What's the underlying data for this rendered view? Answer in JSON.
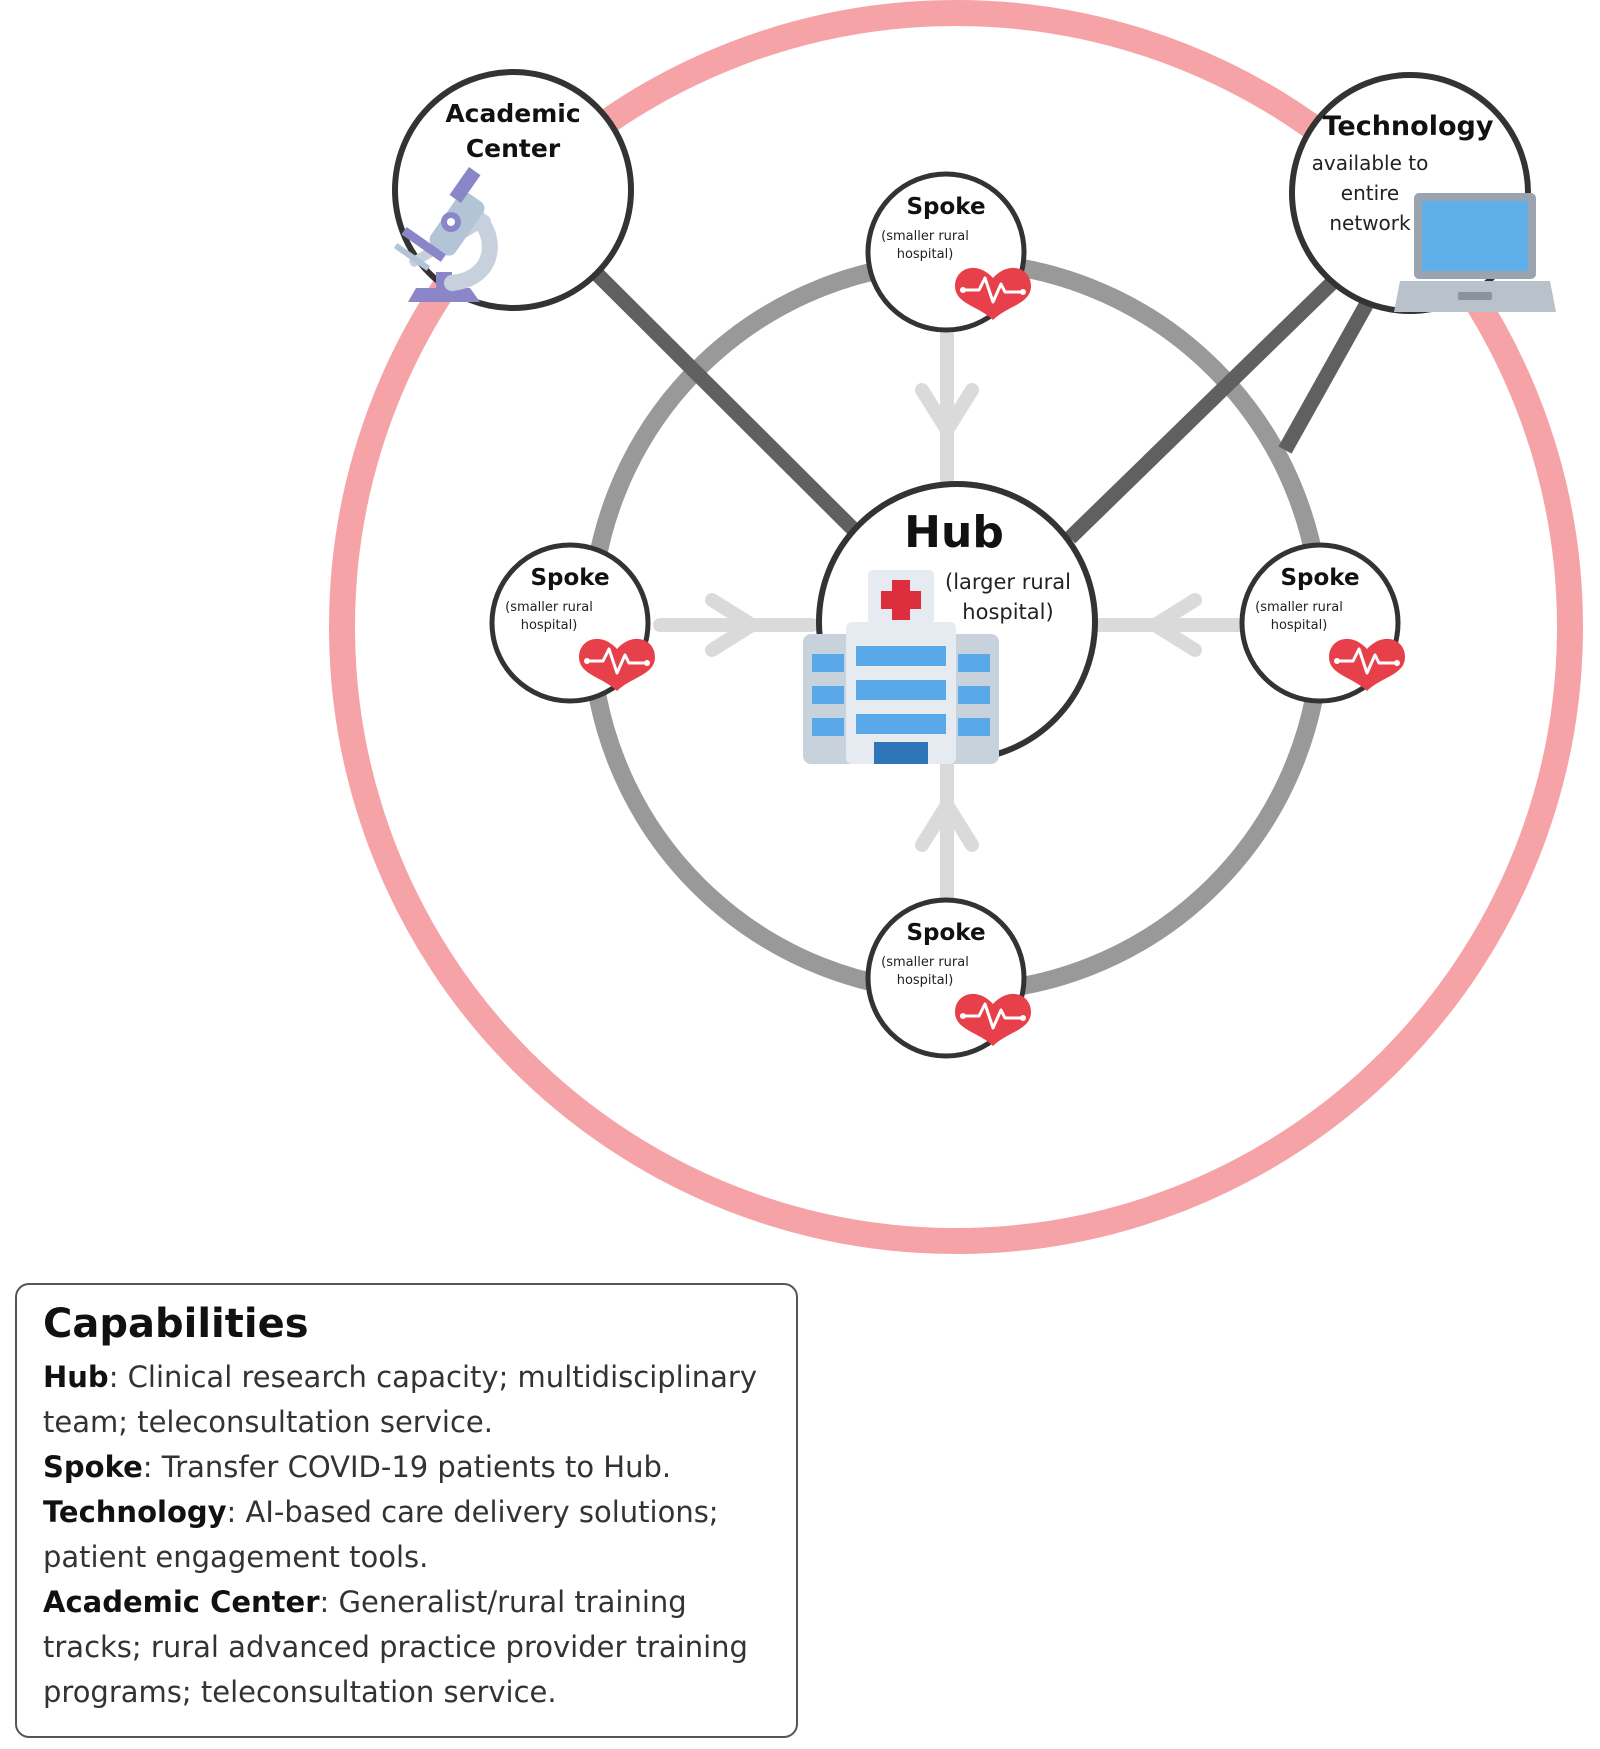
{
  "academic": {
    "title_line1": "Academic",
    "title_line2": "Center"
  },
  "technology": {
    "title": "Technology",
    "sub_line1": "available to",
    "sub_line2": "entire",
    "sub_line3": "network"
  },
  "hub": {
    "title": "Hub",
    "sub_line1": "(larger rural",
    "sub_line2": "hospital)"
  },
  "spoke": {
    "title": "Spoke",
    "sub_line1": "(smaller rural",
    "sub_line2": "hospital)"
  },
  "colors": {
    "outer_ring": "#f6a3a8",
    "inner_ring": "#999999",
    "connector": "#606060",
    "arrow": "#dadada",
    "heart": "#e8404a",
    "node_border": "#333333"
  },
  "capabilities": {
    "title": "Capabilities",
    "items": [
      {
        "label": "Hub",
        "text": ": Clinical research capacity; multidisciplinary team; teleconsultation service."
      },
      {
        "label": "Spoke",
        "text": ": Transfer COVID-19 patients to Hub."
      },
      {
        "label": "Technology",
        "text": ": AI-based care delivery solutions; patient engagement tools."
      },
      {
        "label": "Academic Center",
        "text": ": Generalist/rural training tracks; rural advanced practice provider training programs; teleconsultation service."
      }
    ]
  }
}
